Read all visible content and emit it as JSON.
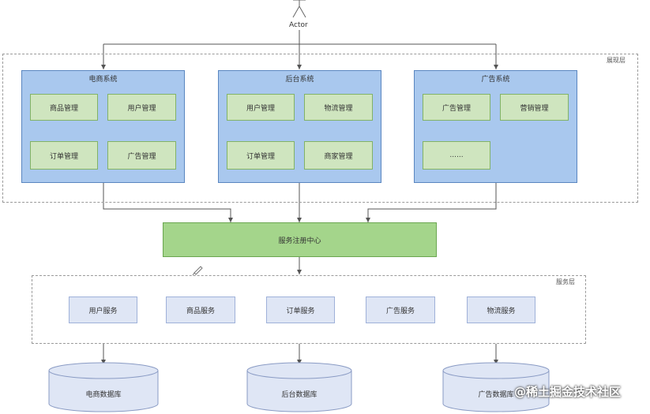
{
  "actor": {
    "label": "Actor"
  },
  "presentation_layer": {
    "label": "展现层",
    "systems": [
      {
        "title": "电商系统",
        "modules": [
          "商品管理",
          "用户管理",
          "订单管理",
          "广告管理"
        ]
      },
      {
        "title": "后台系统",
        "modules": [
          "用户管理",
          "物流管理",
          "订单管理",
          "商家管理"
        ]
      },
      {
        "title": "广告系统",
        "modules": [
          "广告管理",
          "营销管理",
          "......"
        ]
      }
    ]
  },
  "registry": {
    "label": "服务注册中心"
  },
  "service_layer": {
    "label": "服务层",
    "services": [
      "用户服务",
      "商品服务",
      "订单服务",
      "广告服务",
      "物流服务"
    ]
  },
  "databases": [
    "电商数据库",
    "后台数据库",
    "广告数据库"
  ],
  "watermark": "@稀土掘金技术社区",
  "icons": {
    "actor": "stick-figure-icon",
    "edit": "pencil-icon"
  },
  "colors": {
    "system_fill": "#a9c8ee",
    "module_fill": "#cfe5bf",
    "registry_fill": "#a4d58b",
    "service_fill": "#dfe6f5",
    "db_fill": "#dfe6f5"
  }
}
